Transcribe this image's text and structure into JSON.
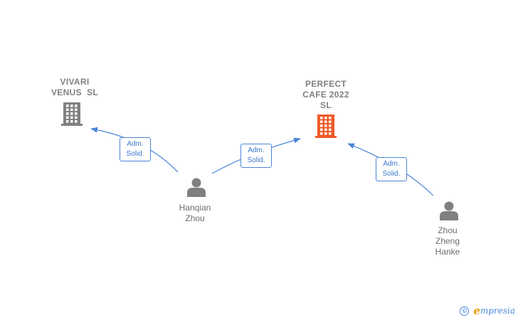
{
  "nodes": {
    "vivari": {
      "type": "company",
      "label": "VIVARI VENUS SL",
      "lines": [
        "VIVARI",
        "VENUS  SL"
      ],
      "color": "#808080"
    },
    "perfect_cafe": {
      "type": "company",
      "label": "PERFECT CAFE 2022 SL",
      "lines": [
        "PERFECT",
        "CAFE 2022",
        "SL"
      ],
      "color": "#f05a28"
    },
    "hanqian": {
      "type": "person",
      "label": "Hanqian Zhou",
      "lines": [
        "Hanqian",
        "Zhou"
      ],
      "color": "#808080"
    },
    "zhou_zheng": {
      "type": "person",
      "label": "Zhou Zheng Hanke",
      "lines": [
        "Zhou",
        "Zheng",
        "Hanke"
      ],
      "color": "#808080"
    }
  },
  "edges": [
    {
      "from": "hanqian",
      "to": "vivari",
      "label_lines": [
        "Adm.",
        "Solid."
      ]
    },
    {
      "from": "hanqian",
      "to": "perfect_cafe",
      "label_lines": [
        "Adm.",
        "Solid."
      ]
    },
    {
      "from": "zhou_zheng",
      "to": "perfect_cafe",
      "label_lines": [
        "Adm.",
        "Solid."
      ]
    }
  ],
  "colors": {
    "edge": "#4a86d8",
    "badge_text": "#3b78cf"
  },
  "footer": {
    "copyright_symbol": "©",
    "brand_initial": "e",
    "brand_rest": "mpresia"
  }
}
